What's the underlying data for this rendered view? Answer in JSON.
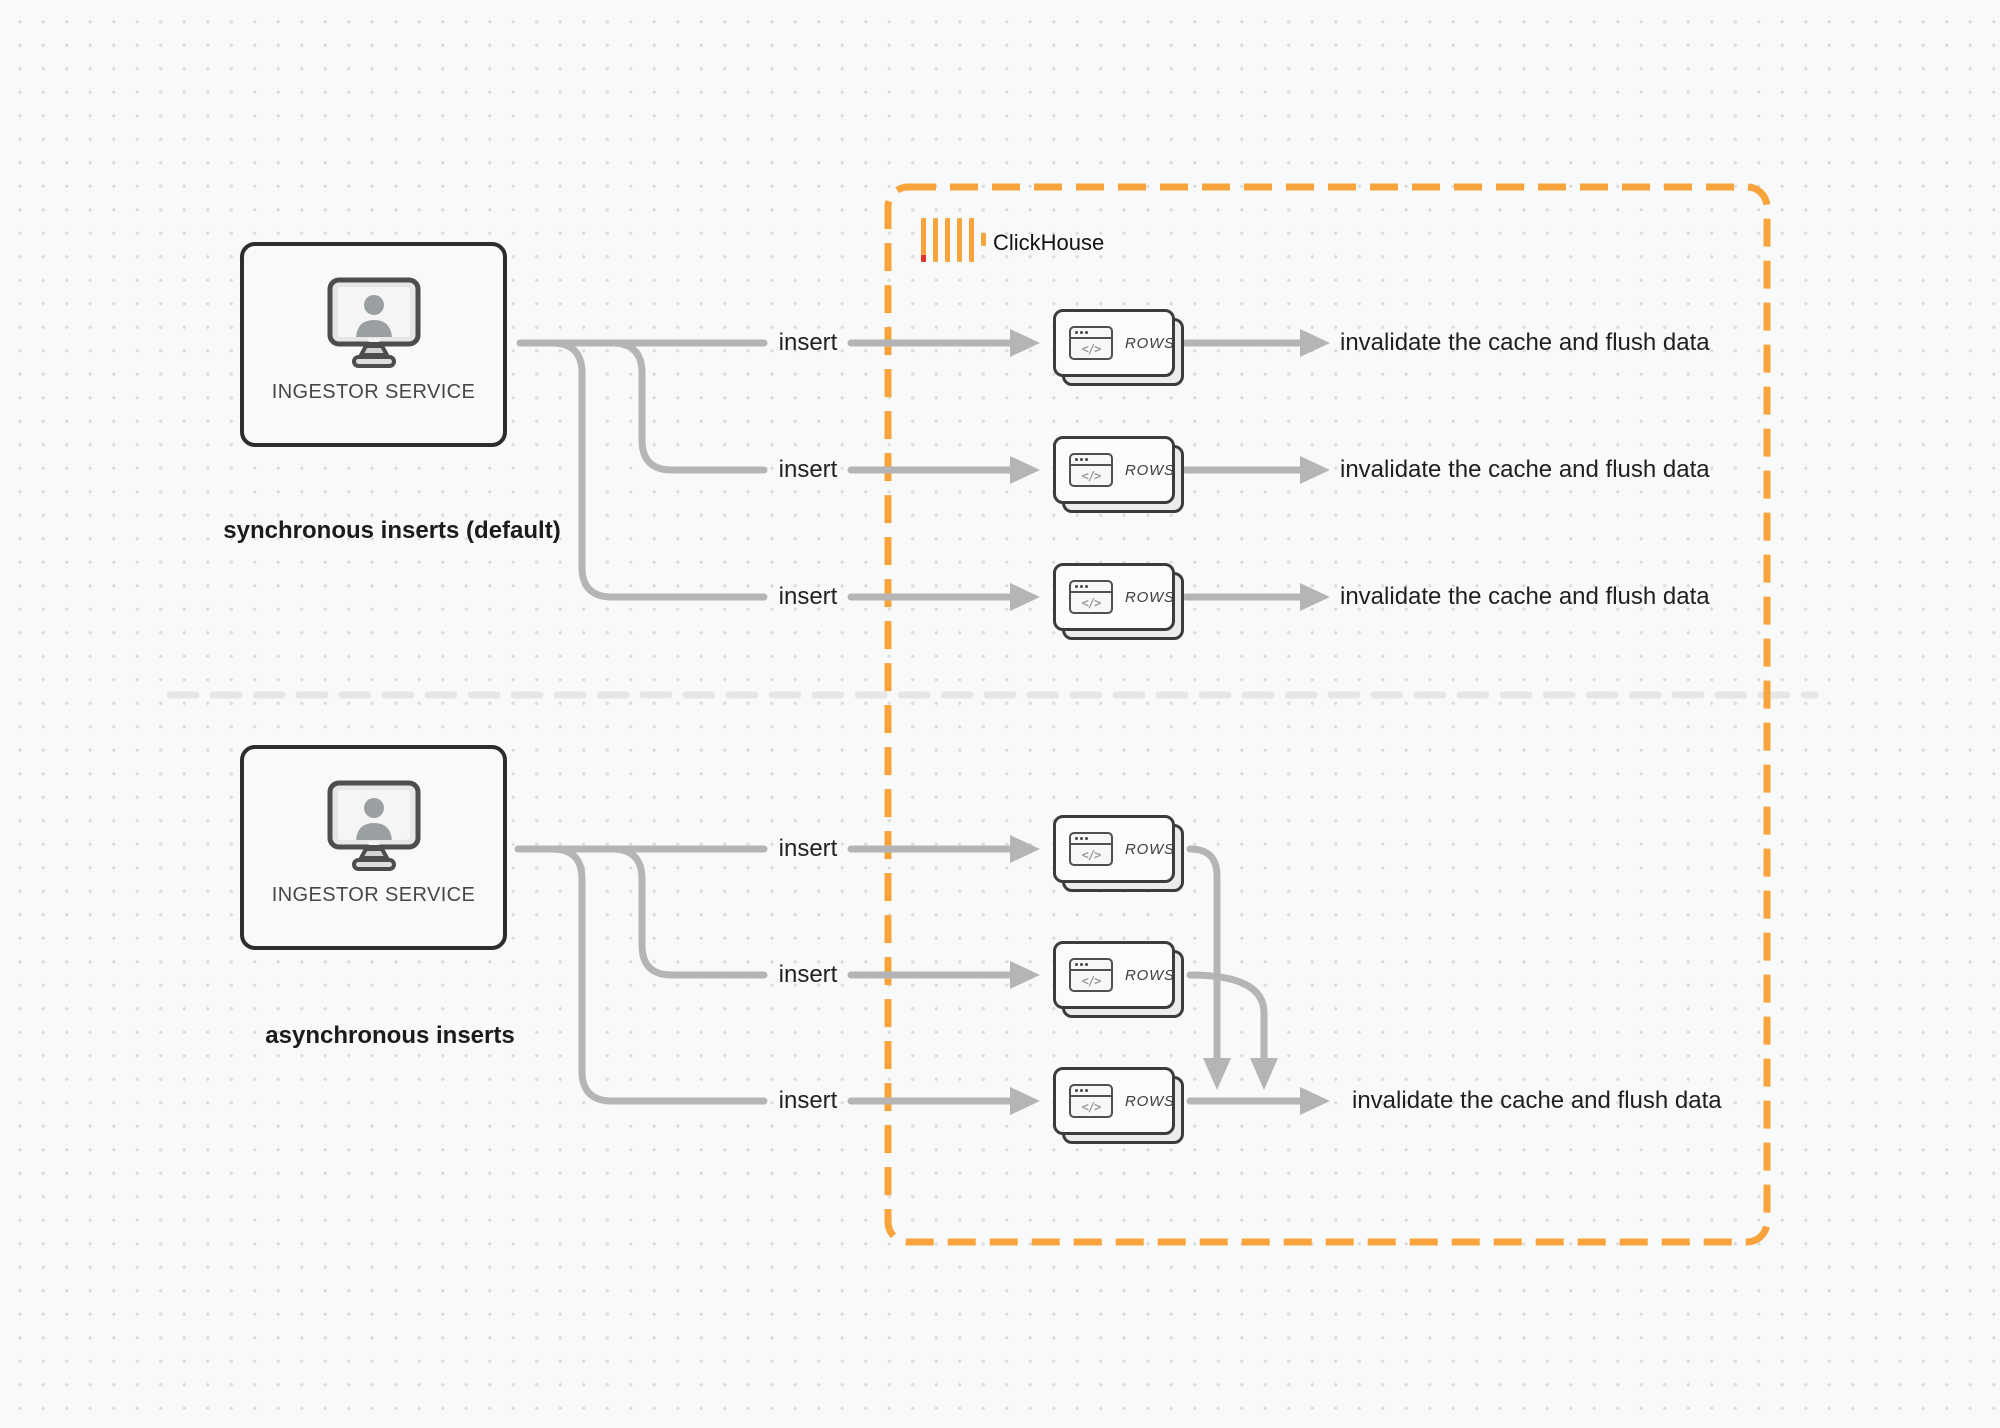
{
  "colors": {
    "accent_orange": "#F9A33C",
    "logo_red": "#E0352B",
    "wire_gray": "#B5B5B5",
    "divider_gray": "#E6E6E6",
    "box_border_dark": "#2D2D2D"
  },
  "clickhouse": {
    "title": "ClickHouse",
    "logo_icon": "clickhouse-bars-logo"
  },
  "sync_section": {
    "ingestor_label": "INGESTOR SERVICE",
    "ingestor_icon": "monitor-user-icon",
    "caption": "synchronous inserts (default)",
    "rows": [
      {
        "insert": "insert",
        "card": "ROWS",
        "result": "invalidate the cache and flush data"
      },
      {
        "insert": "insert",
        "card": "ROWS",
        "result": "invalidate the cache and flush data"
      },
      {
        "insert": "insert",
        "card": "ROWS",
        "result": "invalidate the cache and flush data"
      }
    ]
  },
  "async_section": {
    "ingestor_label": "INGESTOR SERVICE",
    "ingestor_icon": "monitor-user-icon",
    "caption": "asynchronous inserts",
    "rows": [
      {
        "insert": "insert",
        "card": "ROWS"
      },
      {
        "insert": "insert",
        "card": "ROWS"
      },
      {
        "insert": "insert",
        "card": "ROWS"
      }
    ],
    "result": "invalidate the cache and flush data"
  },
  "card_icon": {
    "name": "code-window-icon",
    "glyph": "</>"
  }
}
